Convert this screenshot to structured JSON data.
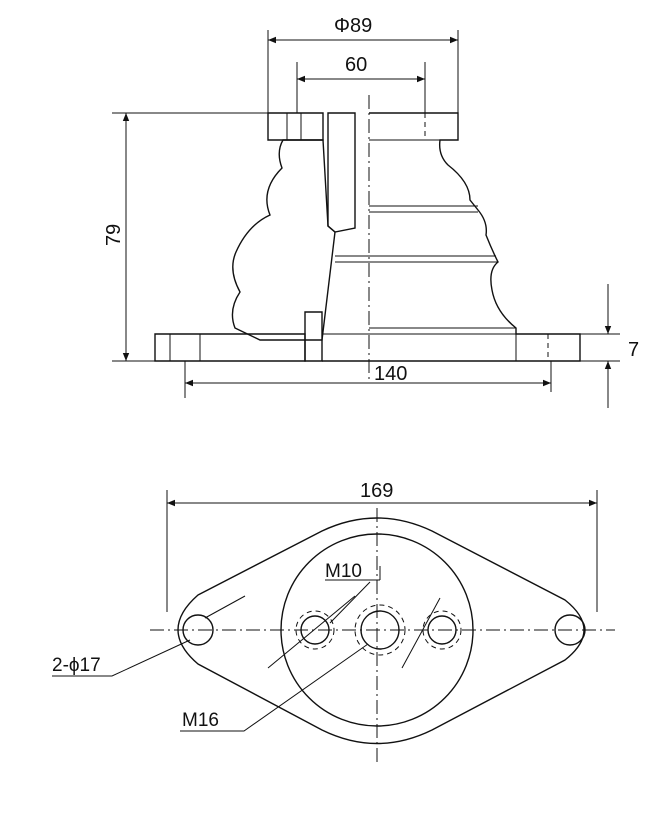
{
  "dimensions": {
    "outer_diameter": "Φ89",
    "inner_bore": "60",
    "height": "79",
    "base_length": "140",
    "flange_thickness": "7",
    "overall_length": "169",
    "mounting_holes": "2-ϕ17",
    "thread_small": "M10",
    "thread_large": "M16"
  },
  "colors": {
    "ink": "#111111",
    "paper": "#ffffff"
  }
}
